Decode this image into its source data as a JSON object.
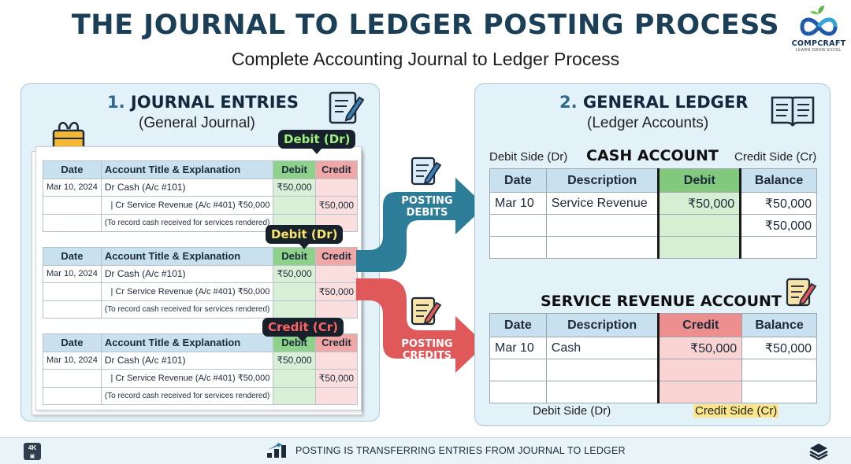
{
  "header": {
    "title": "THE JOURNAL TO LEDGER POSTING PROCESS",
    "subtitle": "Complete Accounting Journal to Ledger Process",
    "logo_name": "COMPCRAFT",
    "logo_tagline": "LEARN GROW EXCEL"
  },
  "journal": {
    "number": "1.",
    "title": "JOURNAL ENTRIES",
    "subtitle": "(General Journal)",
    "headers": [
      "Date",
      "Account Title & Explanation",
      "Debit",
      "Credit"
    ],
    "callouts": [
      "Debit (Dr)",
      "Debit (Dr)",
      "Credit (Cr)"
    ],
    "entries": [
      {
        "date": "Mar 10, 2024",
        "debit_line": "Dr Cash (A/c #101)",
        "debit_amount": "₹50,000",
        "credit_line": "| Cr Service Revenue (A/c #401) ₹50,000",
        "credit_amount": "₹50,000",
        "narration": "(To record cash received for services rendered)"
      },
      {
        "date": "Mar 10, 2024",
        "debit_line": "Dr Cash (A/c #101)",
        "debit_amount": "₹50,000",
        "credit_line": "| Cr Service Revenue (A/c #401) ₹50,000",
        "credit_amount": "₹50,000",
        "narration": "(To record cash received for services rendered)"
      },
      {
        "date": "Mar 10, 2024",
        "debit_line": "Dr Cash (A/c #101)",
        "debit_amount": "₹50,000",
        "credit_line": "| Cr Service Revenue (A/c #401) ₹50,000",
        "credit_amount": "₹50,000",
        "narration": "(To record cash received for services rendered)"
      }
    ]
  },
  "flow": {
    "posting_debits": [
      "POSTING",
      "DEBITS"
    ],
    "posting_credits": [
      "POSTING",
      "CREDITS"
    ]
  },
  "ledger": {
    "number": "2.",
    "title": "GENERAL LEDGER",
    "subtitle": "(Ledger Accounts)",
    "cash": {
      "debit_side": "Debit Side (Dr)",
      "title": "CASH ACCOUNT",
      "credit_side": "Credit Side (Cr)",
      "headers": [
        "Date",
        "Description",
        "Debit",
        "Balance"
      ],
      "rows": [
        {
          "date": "Mar 10",
          "description": "Service Revenue",
          "amount": "₹50,000",
          "balance": "₹50,000"
        },
        {
          "date": "",
          "description": "",
          "amount": "",
          "balance": "₹50,000"
        },
        {
          "date": "",
          "description": "",
          "amount": "",
          "balance": ""
        }
      ]
    },
    "revenue": {
      "title": "SERVICE REVENUE ACCOUNT",
      "headers": [
        "Date",
        "Description",
        "Credit",
        "Balance"
      ],
      "rows": [
        {
          "date": "Mar 10",
          "description": "Cash",
          "amount": "₹50,000",
          "balance": "₹50,000"
        },
        {
          "date": "",
          "description": "",
          "amount": "",
          "balance": ""
        },
        {
          "date": "",
          "description": "",
          "amount": "",
          "balance": ""
        }
      ],
      "debit_side": "Debit Side (Dr)",
      "credit_side": "Credit Side (Cr)"
    }
  },
  "footer": {
    "badge": "4K",
    "text": "POSTING IS TRANSFERRING ENTRIES FROM JOURNAL TO LEDGER"
  },
  "icons": [
    "notepad-pencil-icon",
    "binder-clip-icon",
    "open-book-icon",
    "document-pencil-icon",
    "posting-steps-icon",
    "layers-icon"
  ],
  "colors": {
    "title": "#1a3f57",
    "debit_header": "#8dd18b",
    "credit_header": "#f2a7a7",
    "debit_arrow": "#2d7d98",
    "credit_arrow": "#e0595a",
    "panel_bg": "#e3f1f8"
  }
}
